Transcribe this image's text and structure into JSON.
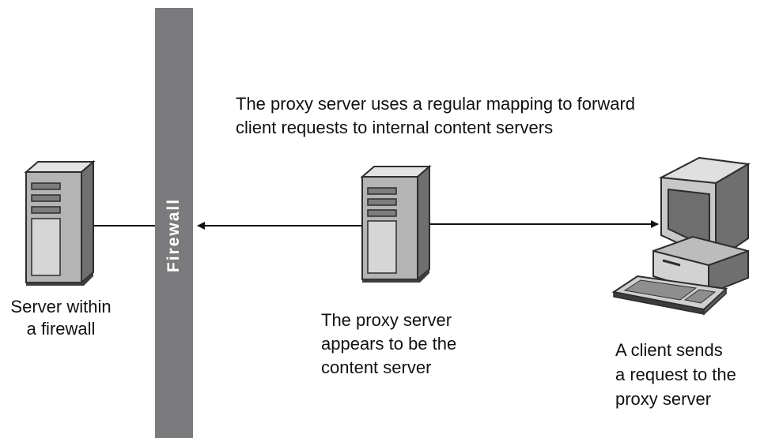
{
  "header": {
    "caption_line1": "The proxy server uses a regular mapping to forward",
    "caption_line2": "client requests to internal content servers"
  },
  "firewall": {
    "label": "Firewall"
  },
  "nodes": {
    "internal_server": {
      "label_line1": "Server within",
      "label_line2": "a firewall",
      "icon": "server-tower-icon"
    },
    "proxy_server": {
      "label_line1": "The proxy server",
      "label_line2": "appears to be the",
      "label_line3": "content server",
      "icon": "server-tower-icon"
    },
    "client": {
      "label_line1": "A client sends",
      "label_line2": "a request to the",
      "label_line3": "proxy server",
      "icon": "desktop-computer-icon"
    }
  },
  "colors": {
    "firewall": "#7b7b7d",
    "device_light": "#d9d9d9",
    "device_mid": "#9a9a9a",
    "device_dark": "#3c3c3c",
    "arrow": "#111111"
  }
}
